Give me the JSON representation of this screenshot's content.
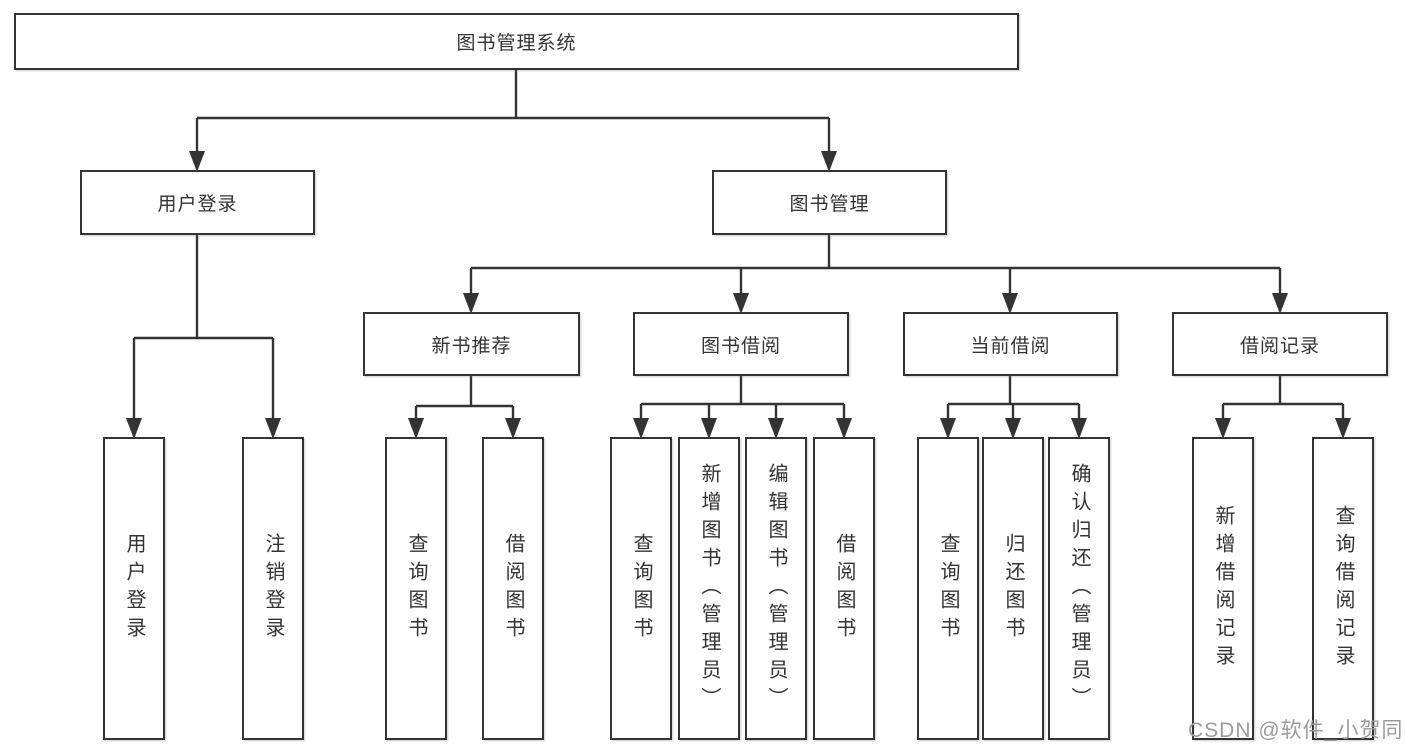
{
  "diagram_title": "图书管理系统",
  "tree": {
    "label": "图书管理系统",
    "children": [
      {
        "label": "用户登录",
        "children": [
          {
            "label": "用户登录"
          },
          {
            "label": "注销登录"
          }
        ]
      },
      {
        "label": "图书管理",
        "children": [
          {
            "label": "新书推荐",
            "children": [
              {
                "label": "查询图书"
              },
              {
                "label": "借阅图书"
              }
            ]
          },
          {
            "label": "图书借阅",
            "children": [
              {
                "label": "查询图书"
              },
              {
                "label": "新增图书（管理员）"
              },
              {
                "label": "编辑图书（管理员）"
              },
              {
                "label": "借阅图书"
              }
            ]
          },
          {
            "label": "当前借阅",
            "children": [
              {
                "label": "查询图书"
              },
              {
                "label": "归还图书"
              },
              {
                "label": "确认归还（管理员）"
              }
            ]
          },
          {
            "label": "借阅记录",
            "children": [
              {
                "label": "新增借阅记录"
              },
              {
                "label": "查询借阅记录"
              }
            ]
          }
        ]
      }
    ]
  },
  "watermark": {
    "text": "CSDN @软件_小贺同学"
  },
  "colors": {
    "line": "#333333",
    "box_border": "#333333",
    "text": "#333333",
    "watermark": "#9b9b9b",
    "background": "#ffffff"
  }
}
